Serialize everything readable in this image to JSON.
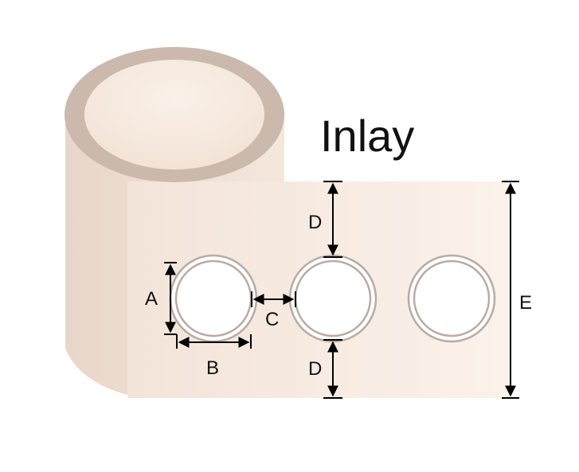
{
  "title": "Inlay",
  "dimensions": {
    "a": "A",
    "b": "B",
    "c": "C",
    "d_top": "D",
    "d_bottom": "D",
    "e": "E"
  },
  "colors": {
    "roll_body": "#f1e2d6",
    "roll_rim": "#cbb9ae",
    "roll_core": "#f7eadf",
    "web": "#f8ece1",
    "ring": "#b9aba5",
    "hole": "#ffffff",
    "ink": "#000000"
  }
}
